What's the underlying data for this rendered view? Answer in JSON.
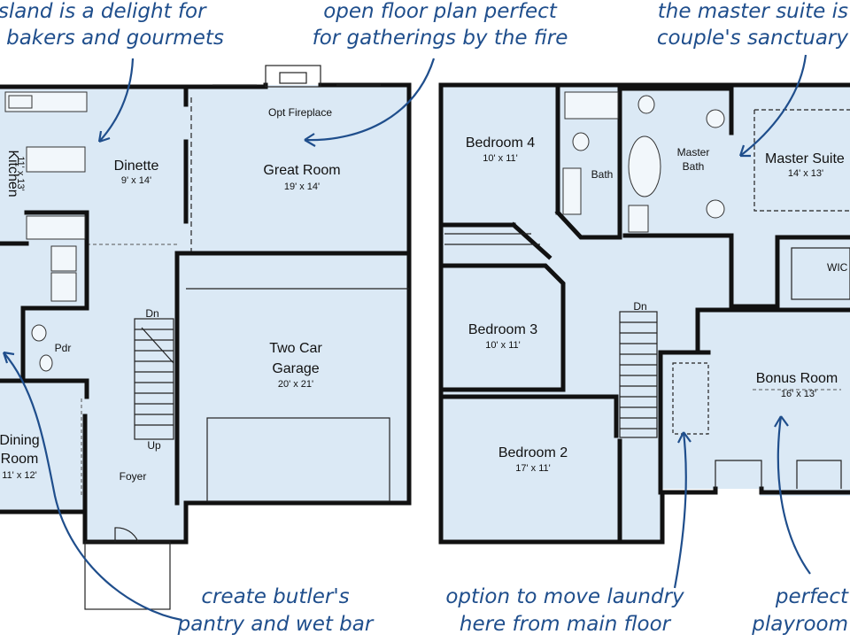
{
  "colors": {
    "floor": "#dbe9f5",
    "wall": "#111111",
    "note": "#1f4e8c"
  },
  "rooms": {
    "kitchen": {
      "name": "Kitchen",
      "dim": "11' x 13'"
    },
    "dinette": {
      "name": "Dinette",
      "dim": "9' x 14'"
    },
    "great_room": {
      "name": "Great Room",
      "dim": "19' x 14'"
    },
    "opt_fireplace": "Opt Fireplace",
    "garage": {
      "name_line1": "Two Car",
      "name_line2": "Garage",
      "dim": "20' x 21'"
    },
    "powder": "Pdr",
    "dining": {
      "name_line1": "Dining",
      "name_line2": "Room",
      "dim": "11' x 12'"
    },
    "foyer": "Foyer",
    "stair_up": "Up",
    "stair_dn_main": "Dn",
    "bedroom4": {
      "name": "Bedroom 4",
      "dim": "10' x 11'"
    },
    "bath": "Bath",
    "master_bath": {
      "line1": "Master",
      "line2": "Bath"
    },
    "master_suite": {
      "name": "Master Suite",
      "dim": "14' x 13'"
    },
    "wic": "WIC",
    "bedroom3": {
      "name": "Bedroom 3",
      "dim": "10' x 11'"
    },
    "stair_dn_upper": "Dn",
    "bonus_room": {
      "name": "Bonus Room",
      "dim": "16' x 13'"
    },
    "bedroom2": {
      "name": "Bedroom 2",
      "dim": "17' x 11'"
    }
  },
  "notes": {
    "kitchen_line1": "island is a delight for",
    "kitchen_line2": "bakers and gourmets",
    "great_line1": "open floor plan perfect",
    "great_line2": "for gatherings by the fire",
    "master_line1": "the master suite is",
    "master_line2": "couple's sanctuary",
    "butler_line1": "create butler's",
    "butler_line2": "pantry and wet bar",
    "laundry_line1": "option to move laundry",
    "laundry_line2": "here from main floor",
    "bonus_line1": "perfect",
    "bonus_line2": "playroom"
  }
}
